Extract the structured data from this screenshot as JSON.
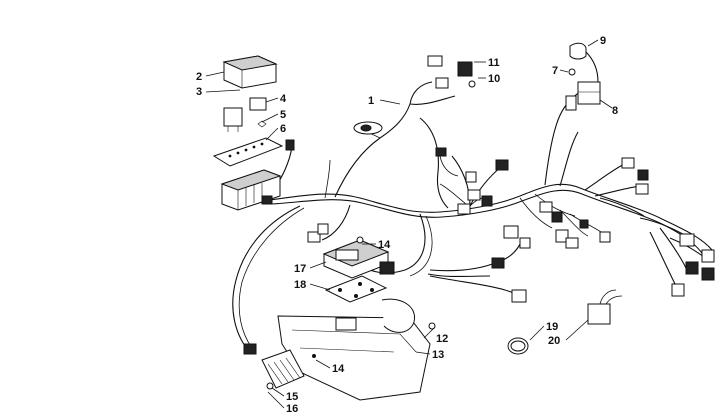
{
  "callouts": [
    {
      "id": "c1",
      "label": "1"
    },
    {
      "id": "c2",
      "label": "2"
    },
    {
      "id": "c3",
      "label": "3"
    },
    {
      "id": "c4",
      "label": "4"
    },
    {
      "id": "c5",
      "label": "5"
    },
    {
      "id": "c6",
      "label": "6"
    },
    {
      "id": "c7",
      "label": "7"
    },
    {
      "id": "c8",
      "label": "8"
    },
    {
      "id": "c9",
      "label": "9"
    },
    {
      "id": "c10",
      "label": "10"
    },
    {
      "id": "c11",
      "label": "11"
    },
    {
      "id": "c12",
      "label": "12"
    },
    {
      "id": "c13",
      "label": "13"
    },
    {
      "id": "c14a",
      "label": "14"
    },
    {
      "id": "c14b",
      "label": "14"
    },
    {
      "id": "c15",
      "label": "15"
    },
    {
      "id": "c16",
      "label": "16"
    },
    {
      "id": "c17",
      "label": "17"
    },
    {
      "id": "c18",
      "label": "18"
    },
    {
      "id": "c19",
      "label": "19"
    },
    {
      "id": "c20",
      "label": "20"
    }
  ]
}
